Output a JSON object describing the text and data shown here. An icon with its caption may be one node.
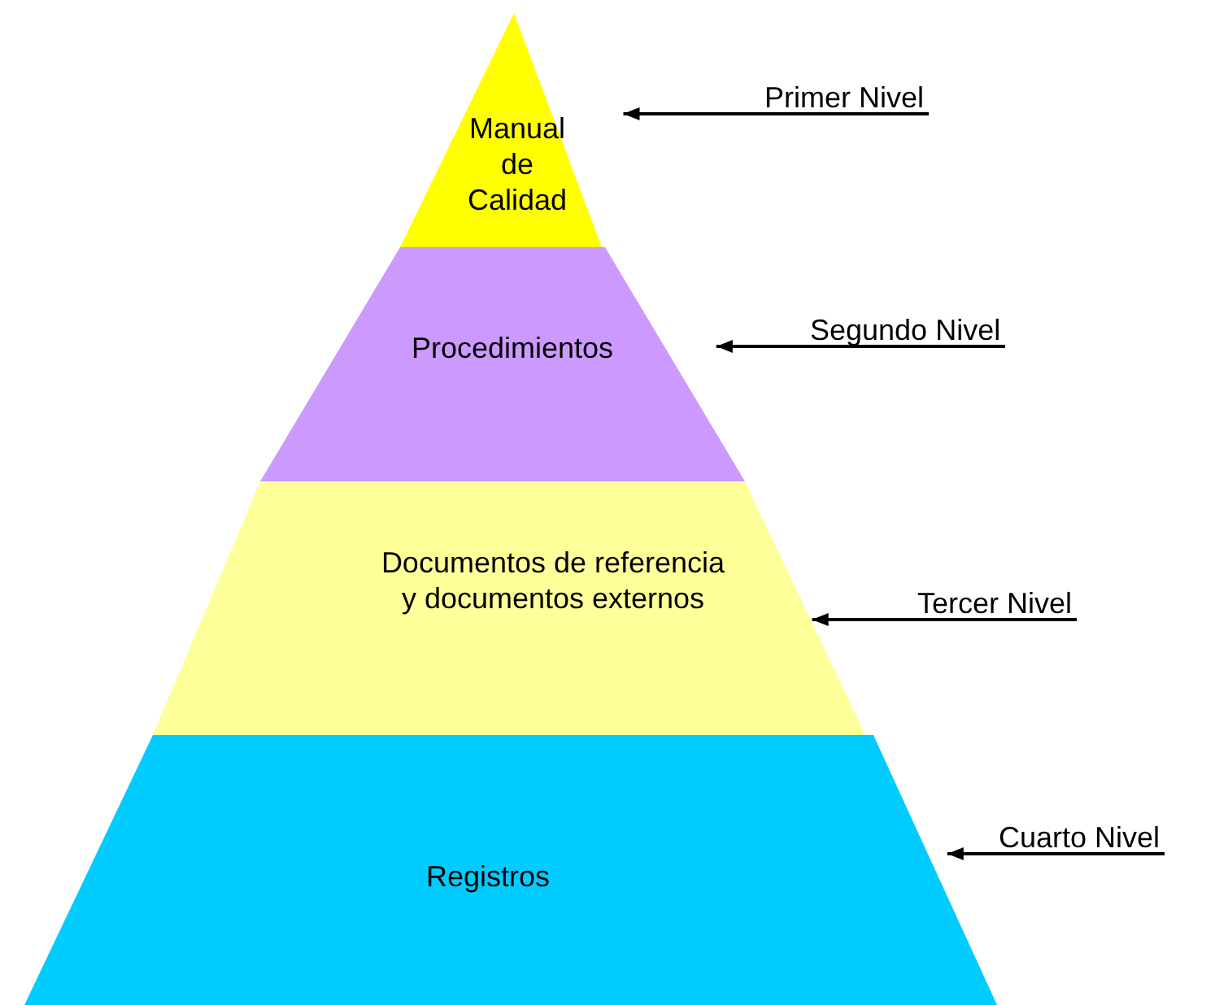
{
  "diagram": {
    "nodes": [
      {
        "text": [
          "Manual de Calidad"
        ]
      },
      {
        "text": [
          "Procedimientos"
        ]
      },
      {
        "text": [
          "Documentos de referencia y documentos externos"
        ]
      },
      {
        "text": [
          "Registros"
        ]
      },
      {
        "text": [
          "Primer Nivel"
        ]
      },
      {
        "text": [
          "Segundo Nivel"
        ]
      },
      {
        "text": [
          "Tercer Nivel"
        ]
      },
      {
        "text": [
          "Cuarto Nivel"
        ]
      }
    ],
    "edges": [
      {
        "from": 4,
        "to": 0,
        "arrow": "to"
      },
      {
        "from": 5,
        "to": 1,
        "arrow": "to"
      },
      {
        "from": 6,
        "to": 2,
        "arrow": "to"
      },
      {
        "from": 7,
        "to": 3,
        "arrow": "to"
      }
    ]
  }
}
